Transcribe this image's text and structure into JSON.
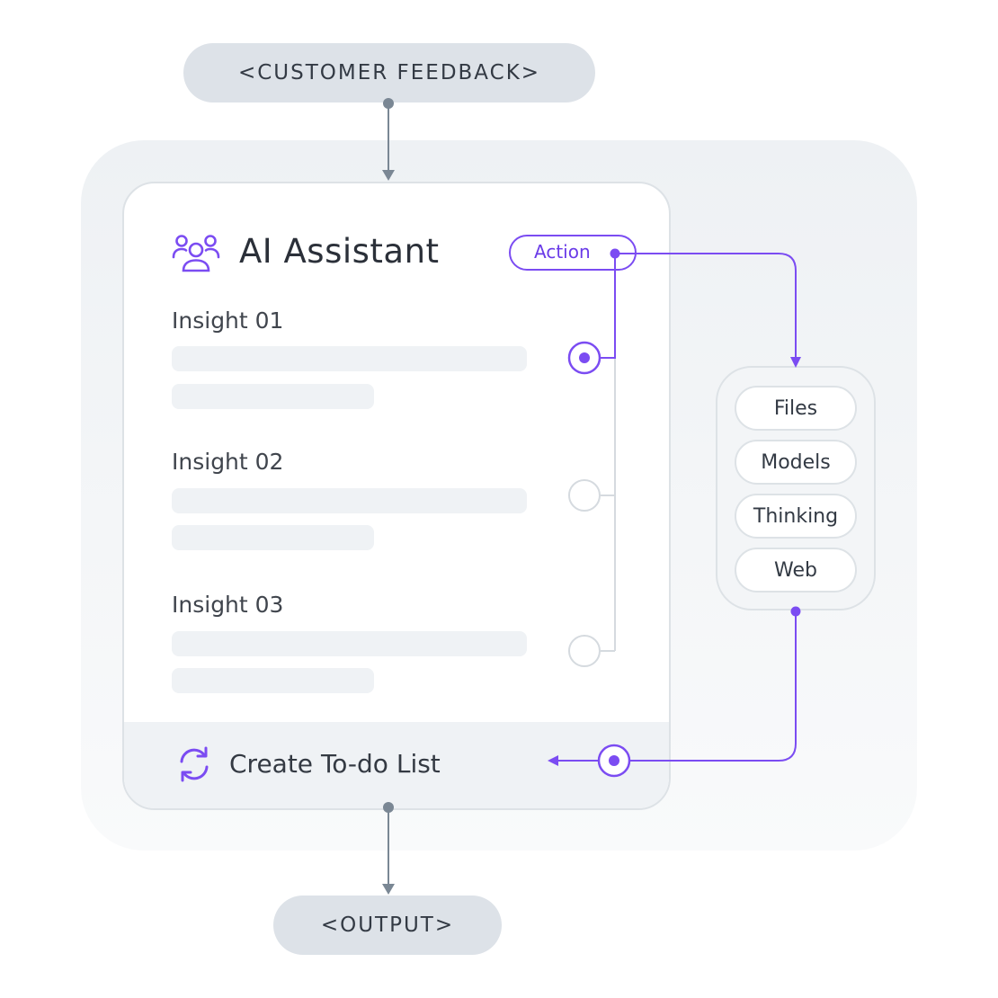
{
  "input_label": "<CUSTOMER FEEDBACK>",
  "output_label": "<OUTPUT>",
  "assistant": {
    "title": "AI Assistant",
    "action_label": "Action",
    "insights": [
      {
        "label": "Insight 01",
        "selected": true
      },
      {
        "label": "Insight 02",
        "selected": false
      },
      {
        "label": "Insight 03",
        "selected": false
      }
    ],
    "footer_label": "Create To-do List"
  },
  "tools": [
    "Files",
    "Models",
    "Thinking",
    "Web"
  ],
  "colors": {
    "accent": "#7b4cf2",
    "connector": "#7a8794",
    "pill_bg": "#dde2e8",
    "placeholder_bar": "#eff2f5"
  },
  "icons": {
    "title": "users-group-icon",
    "footer": "refresh-icon"
  }
}
